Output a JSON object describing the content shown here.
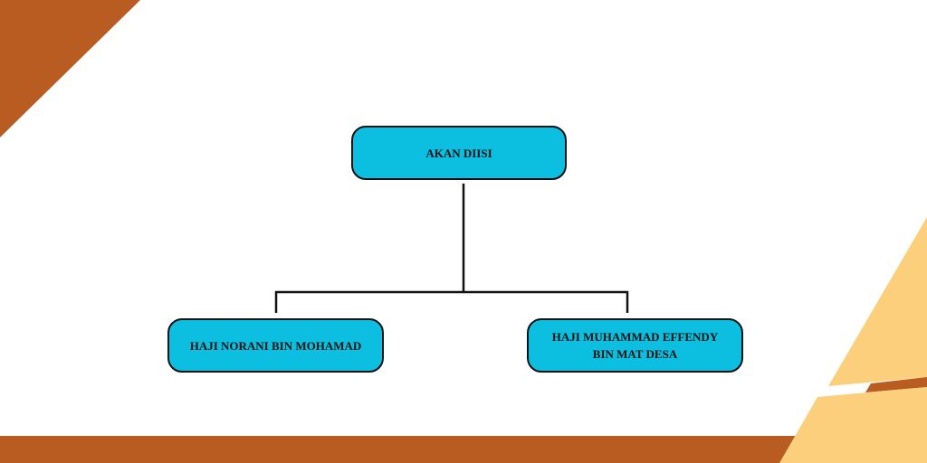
{
  "colors": {
    "brown": "#b85c22",
    "sand": "#fbcf7b",
    "node": "#0cbfe0"
  },
  "root": {
    "label": "AKAN DIISI"
  },
  "children": [
    {
      "label": "HAJI NORANI BIN MOHAMAD"
    },
    {
      "label": "HAJI MUHAMMAD EFFENDY BIN MAT DESA"
    }
  ]
}
